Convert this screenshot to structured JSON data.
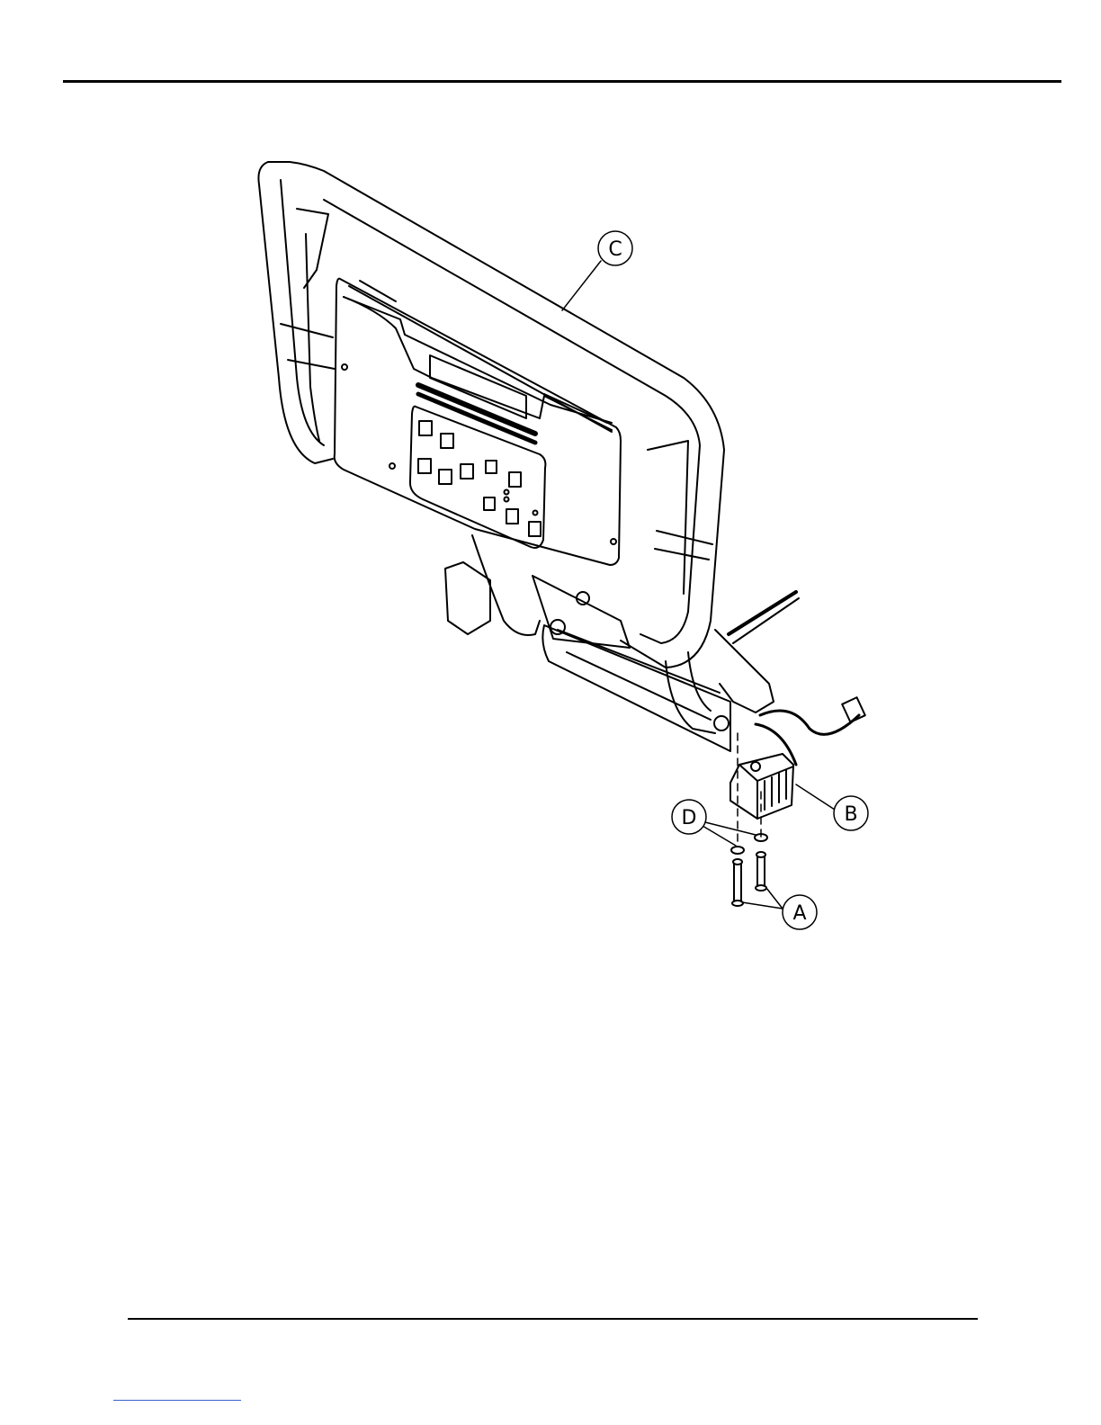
{
  "figure": {
    "callouts": {
      "a": "A",
      "b": "B",
      "c": "C",
      "d": "D"
    }
  },
  "colors": {
    "line": "#000000",
    "footer_link": "#3a5fcd"
  }
}
